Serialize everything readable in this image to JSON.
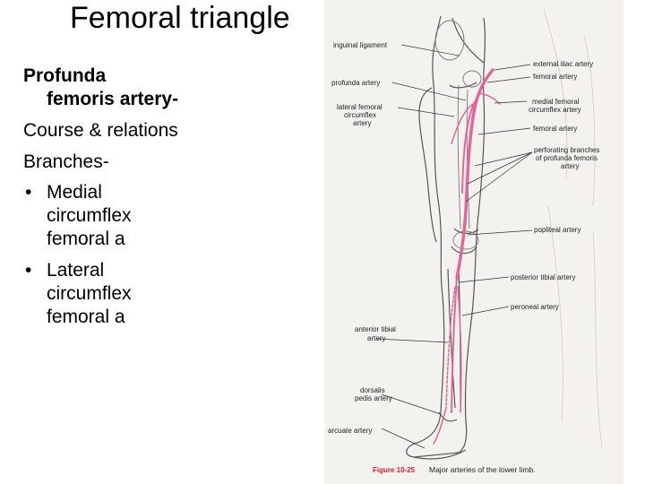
{
  "slide": {
    "title": "Femoral triangle",
    "heading_line1": "Profunda",
    "heading_line2": "femoris artery-",
    "course": "Course & relations",
    "branches": "Branches-",
    "bullets": [
      {
        "line1": "Medial",
        "line2": "circumflex",
        "line3": "femoral a"
      },
      {
        "line1": "Lateral",
        "line2": "circumflex",
        "line3": "femoral a"
      }
    ],
    "bullet_glyph": "•"
  },
  "figure": {
    "labels_left": {
      "inguinal_ligament": "inguinal ligament",
      "profunda_artery": "profunda artery",
      "lateral_femoral_1": "lateral femoral",
      "lateral_femoral_2": "circumflex",
      "lateral_femoral_3": "artery",
      "anterior_tibial_1": "anterior tibial",
      "anterior_tibial_2": "artery",
      "dorsalis_pedis_1": "dorsalis",
      "dorsalis_pedis_2": "pedis artery",
      "arcuate_artery": "arcuate artery"
    },
    "labels_right": {
      "external_iliac": "external iliac artery",
      "femoral_artery_top": "femoral artery",
      "medial_femoral_1": "medial femoral",
      "medial_femoral_2": "circumflex artery",
      "femoral_artery": "femoral artery",
      "perforating_1": "perforating branches",
      "perforating_2": "of profunda femoris",
      "perforating_3": "artery",
      "popliteal": "popliteal artery",
      "posterior_tibial": "posterior tibial artery",
      "peroneal": "peroneal artery"
    },
    "caption_number": "Figure 10-25",
    "caption_text": "Major arteries of the lower limb.",
    "colors": {
      "artery": "#e0679a",
      "bone": "#555555",
      "background": "#f4f2ee",
      "caption_red": "#d2232a"
    }
  }
}
